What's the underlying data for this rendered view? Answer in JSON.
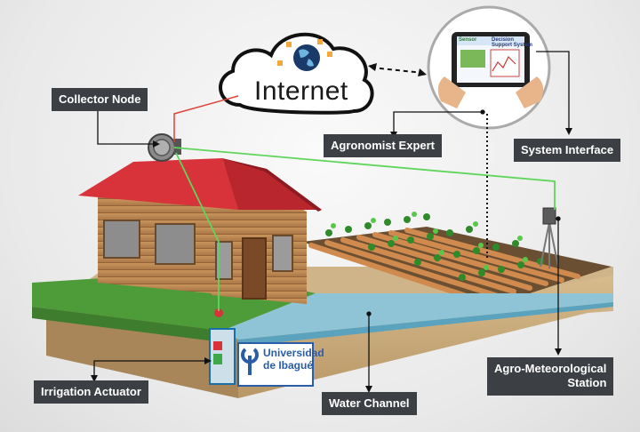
{
  "cloud": {
    "label": "Internet"
  },
  "callouts": {
    "collector_node": "Collector Node",
    "agronomist_expert": "Agronomist Expert",
    "system_interface": "System Interface",
    "irrigation_actuator": "Irrigation Actuator",
    "water_channel": "Water Channel",
    "agro_station_line1": "Agro-Meteorological",
    "agro_station_line2": "Station"
  },
  "university_sign": {
    "line1": "Universidad",
    "line2": "de Ibagué"
  },
  "tablet": {
    "app_name": "Sensor",
    "title_line1": "Decision",
    "title_line2": "Support System"
  },
  "colors": {
    "callout_bg": "#3c3f44",
    "roof": "#d8323a",
    "grass": "#4e9b3a",
    "signal_green": "#5fd65a",
    "signal_red": "#e0413a",
    "soil": "#c9a878"
  }
}
